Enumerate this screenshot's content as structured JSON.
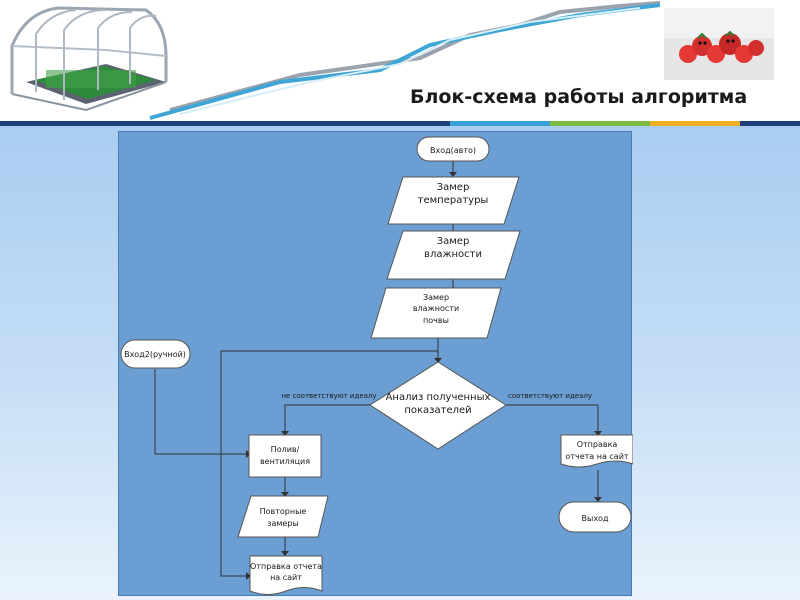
{
  "title": "Блок-схема работы алгоритма",
  "colors": {
    "divider": [
      "#1f3f7a",
      "#3aa0d8",
      "#7dbb42",
      "#f2b021"
    ],
    "panel": "#6b9ed2"
  },
  "flowchart": {
    "start_auto": "Вход(авто)",
    "start_manual": "Вход2(ручной)",
    "measure_temp": [
      "Замер",
      "температуры"
    ],
    "measure_humidity": [
      "Замер",
      "влажности"
    ],
    "measure_soil": [
      "Замер",
      "влажности",
      "почвы"
    ],
    "decision": [
      "Анализ полученных",
      "показателей"
    ],
    "branch_no": "не соответствуют идеалу",
    "branch_yes": "соответствуют идеалу",
    "water_vent": [
      "Полив/",
      "вентиляция"
    ],
    "remeasure": [
      "Повторные",
      "замеры"
    ],
    "report_left": [
      "Отправка отчета",
      "на сайт"
    ],
    "report_right": [
      "Отправка",
      "отчета на сайт"
    ],
    "exit": "Выход"
  },
  "icons": {
    "greenhouse": "greenhouse-illustration",
    "tomatoes": "tomatoes-photo"
  }
}
